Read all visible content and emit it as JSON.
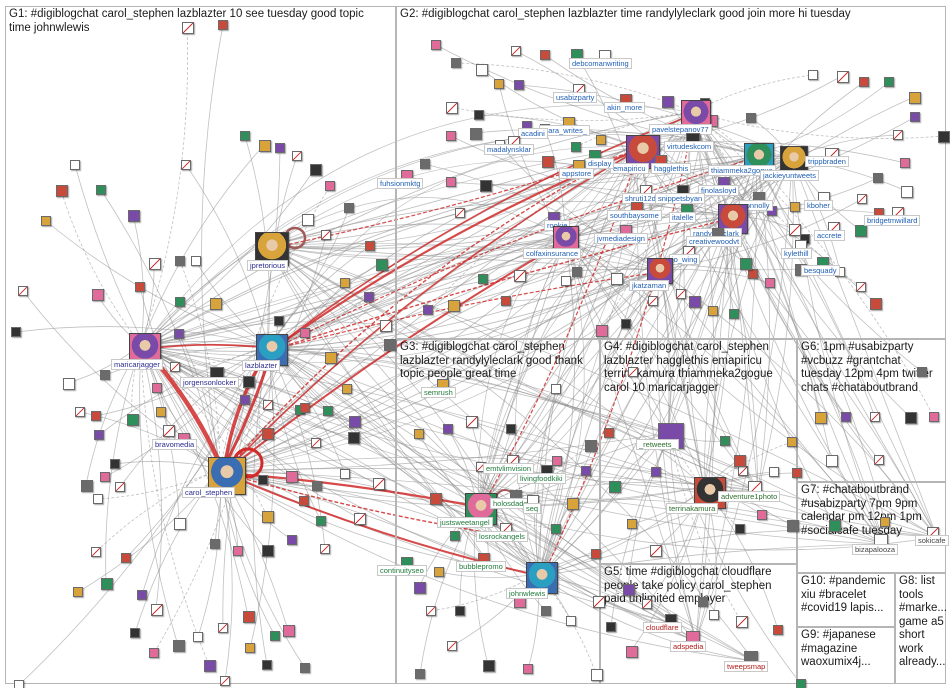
{
  "colors": {
    "edge": "#8c8c8c",
    "edge_strong": "#d02a2a",
    "panel_border": "#b5b5b5",
    "g1": "#2b2b8f",
    "g2": "#1f5fb4",
    "g3": "#1f7a3a",
    "g4": "#2f6e2f",
    "g5": "#b01c1c",
    "g6": "#444444"
  },
  "groups": [
    {
      "id": "G1",
      "title": "G1: #digiblogchat carol_stephen lazblazter 10 see tuesday good topic\ntime johnwlewis"
    },
    {
      "id": "G2",
      "title": "G2: #digiblogchat carol_stephen lazblazter time randylyleclark good join more hi tuesday"
    },
    {
      "id": "G3",
      "title": "G3: #digiblogchat carol_stephen\nlazblazter randylyleclark good thank\ntopic people great time"
    },
    {
      "id": "G4",
      "title": "G4: #digiblogchat carol_stephen\nlazblazter hagglethis emapiricu\nterrinakamura thiammeka2gogue\ncarol 10 maricarjagger"
    },
    {
      "id": "G5",
      "title": "G5: time #digiblogchat cloudflare\npeople take policy carol_stephen\npaid unlimited employer"
    },
    {
      "id": "G6",
      "title": "G6: 1pm #usabizparty\n#vcbuzz #grantchat\ntuesday 12pm 4pm twitter\nchats #chataboutbrand"
    },
    {
      "id": "G7",
      "title": "G7: #chataboutbrand\n#usabizparty 7pm 9pm\ncalendar pm 12pm 1pm\n#socialcafe tuesday"
    },
    {
      "id": "G8",
      "title": "G8: list\ntools\n#marke...\ngame a5\nshort\nwork\nalready..."
    },
    {
      "id": "G9",
      "title": "G9: #japanese\n#magazine\nwaoxumix4j..."
    },
    {
      "id": "G10",
      "title": "G10: #pandemic\nxiu #bracelet\n#covid19 lapis..."
    }
  ],
  "labels": {
    "jpretorious": "jpretorious",
    "maricarjagger": "maricarjagger",
    "lazblazter": "lazblazter",
    "jorgensonlocker": "jorgensonlocker",
    "bravomedia": "bravomedia",
    "carol_stephen": "carol_stephen",
    "debcomanwriting": "debcomanwriting",
    "usabizparty": "usabizparty",
    "akin_more": "akin_more",
    "pavelstepanov77": "pavelstepanov77",
    "madalynsklar": "madalynsklar",
    "mara_writes": "mara_writes_",
    "acadini": "acadini",
    "virtudeskcom": "virtudeskcom",
    "thiammeka2gogue": "thiammeka2gogue",
    "jackieyuntweets": "jackieyuntweets",
    "trippbraden": "trippbraden",
    "fuhsionmktg": "fuhsionmktg",
    "appstore": "appstore",
    "emapiricu": "emapiricu",
    "hagglethis": "hagglethis",
    "finolasloyd": "finolasloyd",
    "connolly": "connolly",
    "kboher": "kboher",
    "bridgetmwillard": "bridgetmwillard",
    "shruti12d": "shruti12d",
    "snippetsbyan": "snippetsbyan",
    "southbaysome": "southbaysome",
    "italelle": "italelle",
    "randylyleclark": "randylyleclark",
    "accrete": "accrete",
    "kylethill": "kylethill",
    "colfaxinsurance": "colfaxinsurance",
    "jvmediadesign": "jvmediadesign",
    "creativewoodvt": "creativewoodvt",
    "jo_wing": "jo_wing",
    "besquady": "besquady",
    "jkatzaman": "jkatzaman",
    "semrush": "semrush",
    "retweets": "_retweets_",
    "emtvlimvision": "emtvlimvision",
    "livingfoodkiki": "livingfoodkiki",
    "justsweetangel": "justsweetangel",
    "holosdados": "holosdados",
    "mseq": "seq",
    "losrockangels": "losrockangels",
    "bubblepromo": "bubblepromo",
    "continuityseo": "continuityseo",
    "johnwlewis": "johnwlewis",
    "terrinakamura": "terrinakamura",
    "adventure1photo": "adventure1photo",
    "cloudflare": "cloudflare",
    "adspedia": "adspedia",
    "tweepsmap": "tweepsmap",
    "bizapalooza": "bizapalooza",
    "socialcafe": "sokicafe",
    "display": "display",
    "rookie": "rookie"
  },
  "icons": {
    "photo": "profile-photo",
    "logo": "account-logo",
    "placeholder": "unavailable-avatar"
  }
}
